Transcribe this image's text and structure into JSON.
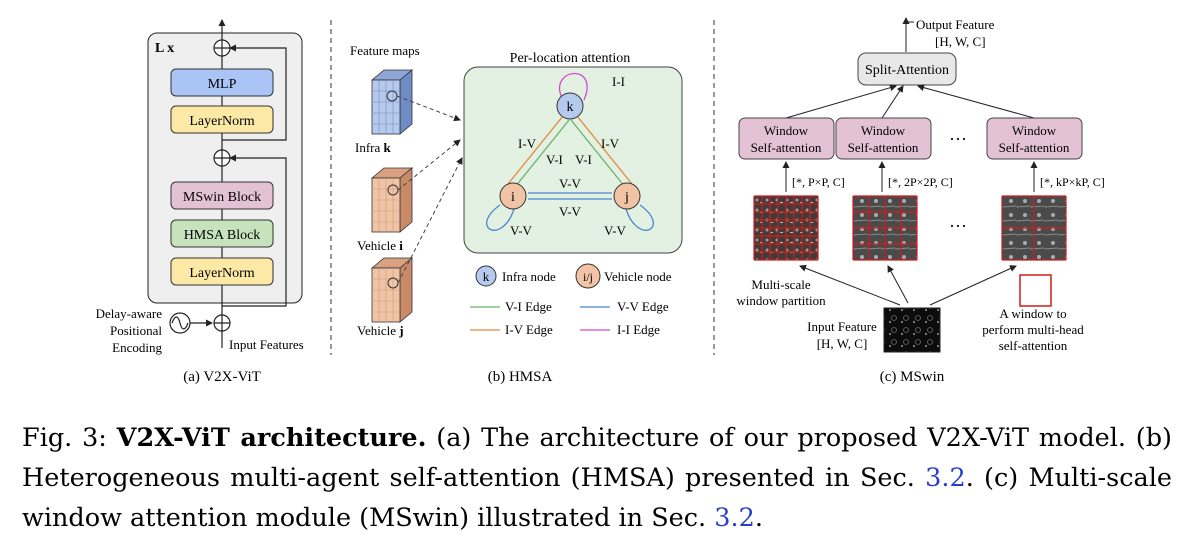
{
  "panel_a": {
    "loop_label": "L x",
    "blocks": [
      "MLP",
      "LayerNorm",
      "MSwin Block",
      "HMSA Block",
      "LayerNorm"
    ],
    "pos_enc": [
      "Delay-aware",
      "Positional",
      "Encoding"
    ],
    "input_label": "Input Features",
    "caption": "(a) V2X-ViT",
    "colors": {
      "mlp": "#a9c4f5",
      "layernorm": "#fde9a6",
      "mswin": "#e3c2d6",
      "hmsa": "#c6e3bd",
      "panel": "#efefef"
    }
  },
  "panel_b": {
    "feature_maps_label": "Feature maps",
    "agents": [
      {
        "prefix": "Infra ",
        "id": "k"
      },
      {
        "prefix": "Vehicle ",
        "id": "i"
      },
      {
        "prefix": "Vehicle ",
        "id": "j"
      }
    ],
    "title": "Per-location attention",
    "nodes": {
      "k": "k",
      "i": "i",
      "j": "j"
    },
    "edge_labels": {
      "ii": "I-I",
      "iv": "I-V",
      "vi": "V-I",
      "vv": "V-V"
    },
    "legend": {
      "infra_node_symbol": "k",
      "infra_node": "Infra node",
      "vehicle_node_symbol": "i/j",
      "vehicle_node": "Vehicle node",
      "vi_edge": "V-I Edge",
      "vv_edge": "V-V Edge",
      "iv_edge": "I-V Edge",
      "ii_edge": "I-I Edge"
    },
    "caption": "(b) HMSA",
    "colors": {
      "infra": "#b6c9ef",
      "vehicle": "#f2c4a6",
      "box": "#e3f1e2",
      "vi": "#6db26d",
      "vv": "#4a86d0",
      "iv": "#e08a3c",
      "ii": "#d548d5"
    }
  },
  "panel_c": {
    "output": {
      "label": "Output Feature",
      "dims": "[H, W, C]"
    },
    "split_attention": "Split-Attention",
    "windows": [
      {
        "line1": "Window",
        "line2": "Self-attention",
        "dims": "[*, P×P, C]",
        "grid": 8
      },
      {
        "line1": "Window",
        "line2": "Self-attention",
        "dims": "[*, 2P×2P, C]",
        "grid": 4
      },
      {
        "line1": "Window",
        "line2": "Self-attention",
        "dims": "[*, kP×kP, C]",
        "grid": 2
      }
    ],
    "ellipsis": "···",
    "partition_label": [
      "Multi-scale",
      "window partition"
    ],
    "input": {
      "label": "Input Feature",
      "dims": "[H, W, C]"
    },
    "window_note": [
      "A window to",
      "perform multi-head",
      "self-attention"
    ],
    "caption": "(c) MSwin",
    "colors": {
      "window": "#e3c2d6",
      "split": "#e8e8e8",
      "grid": "#d01c1c"
    }
  },
  "caption": {
    "fig": "Fig. 3: ",
    "bold": "V2X-ViT architecture.",
    "t1": " (a) The architecture of our proposed V2X-ViT model. (b) Heterogeneous multi-agent self-attention (HMSA) presented in Sec. ",
    "ref1": "3.2",
    "t2": ". (c) Multi-scale window attention module (MSwin) illustrated in Sec. ",
    "ref2": "3.2",
    "t3": "."
  }
}
